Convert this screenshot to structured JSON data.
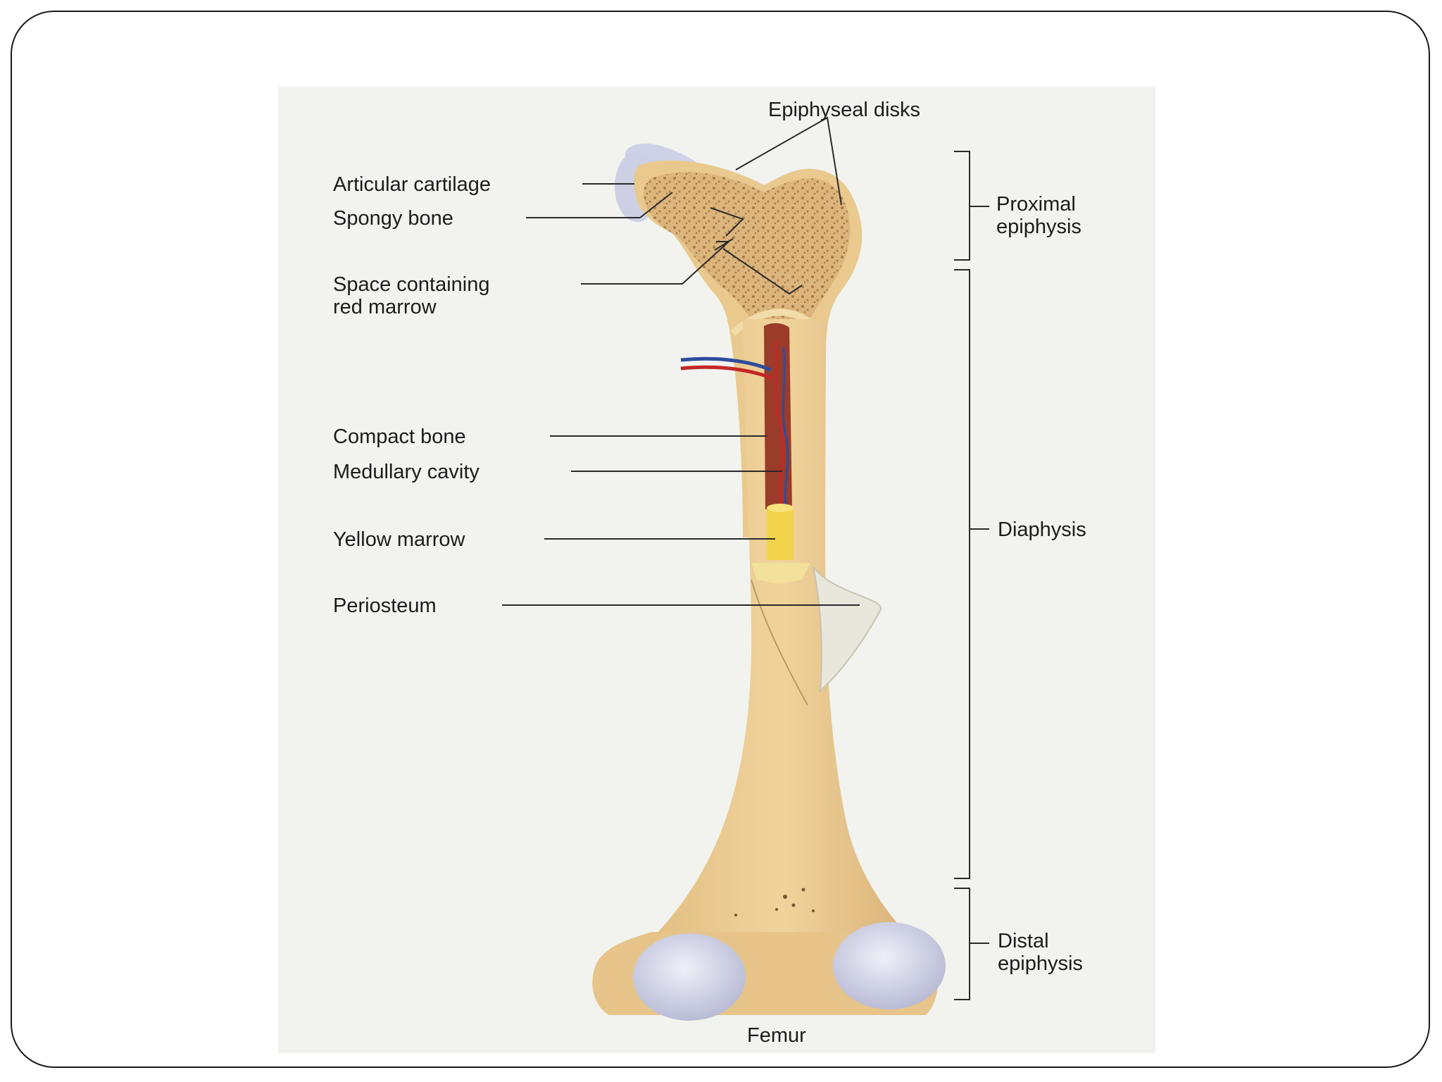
{
  "figure": {
    "caption": "Femur",
    "labels": {
      "articular_cartilage": "Articular cartilage",
      "spongy_bone": "Spongy bone",
      "space_red_marrow_1": "Space containing",
      "space_red_marrow_2": "red marrow",
      "compact_bone": "Compact bone",
      "medullary_cavity": "Medullary cavity",
      "yellow_marrow": "Yellow marrow",
      "periosteum": "Periosteum",
      "epiphyseal_disks": "Epiphyseal disks"
    },
    "regions": {
      "proximal_1": "Proximal",
      "proximal_2": "epiphysis",
      "diaphysis": "Diaphysis",
      "distal_1": "Distal",
      "distal_2": "epiphysis"
    },
    "colors": {
      "bone": "#e9c98e",
      "bone_shade": "#d9b277",
      "spongy": "#d6ac73",
      "cartilage": "#d7d9ea",
      "red_marrow": "#9b3b2a",
      "yellow_marrow": "#f2d24a",
      "artery": "#c42727",
      "vein": "#2e4c9c",
      "background": "#f2f3ef"
    }
  }
}
